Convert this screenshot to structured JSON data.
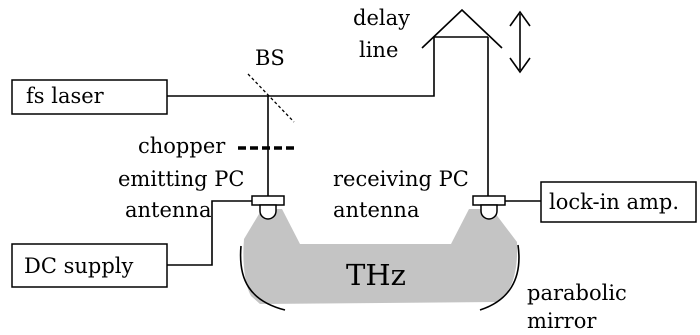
{
  "labels": {
    "fs_laser": "fs laser",
    "dc_supply": "DC supply",
    "lockin": "lock-in amp.",
    "bs": "BS",
    "delay_line_1": "delay",
    "delay_line_2": "line",
    "chopper": "chopper",
    "emitting_1": "emitting PC",
    "emitting_2": "antenna",
    "receiving_1": "receiving PC",
    "receiving_2": "antenna",
    "thz": "THz",
    "parabolic_1": "parabolic",
    "parabolic_2": "mirror"
  },
  "colors": {
    "thz_beam": "#c4c4c4",
    "line": "#000000"
  }
}
